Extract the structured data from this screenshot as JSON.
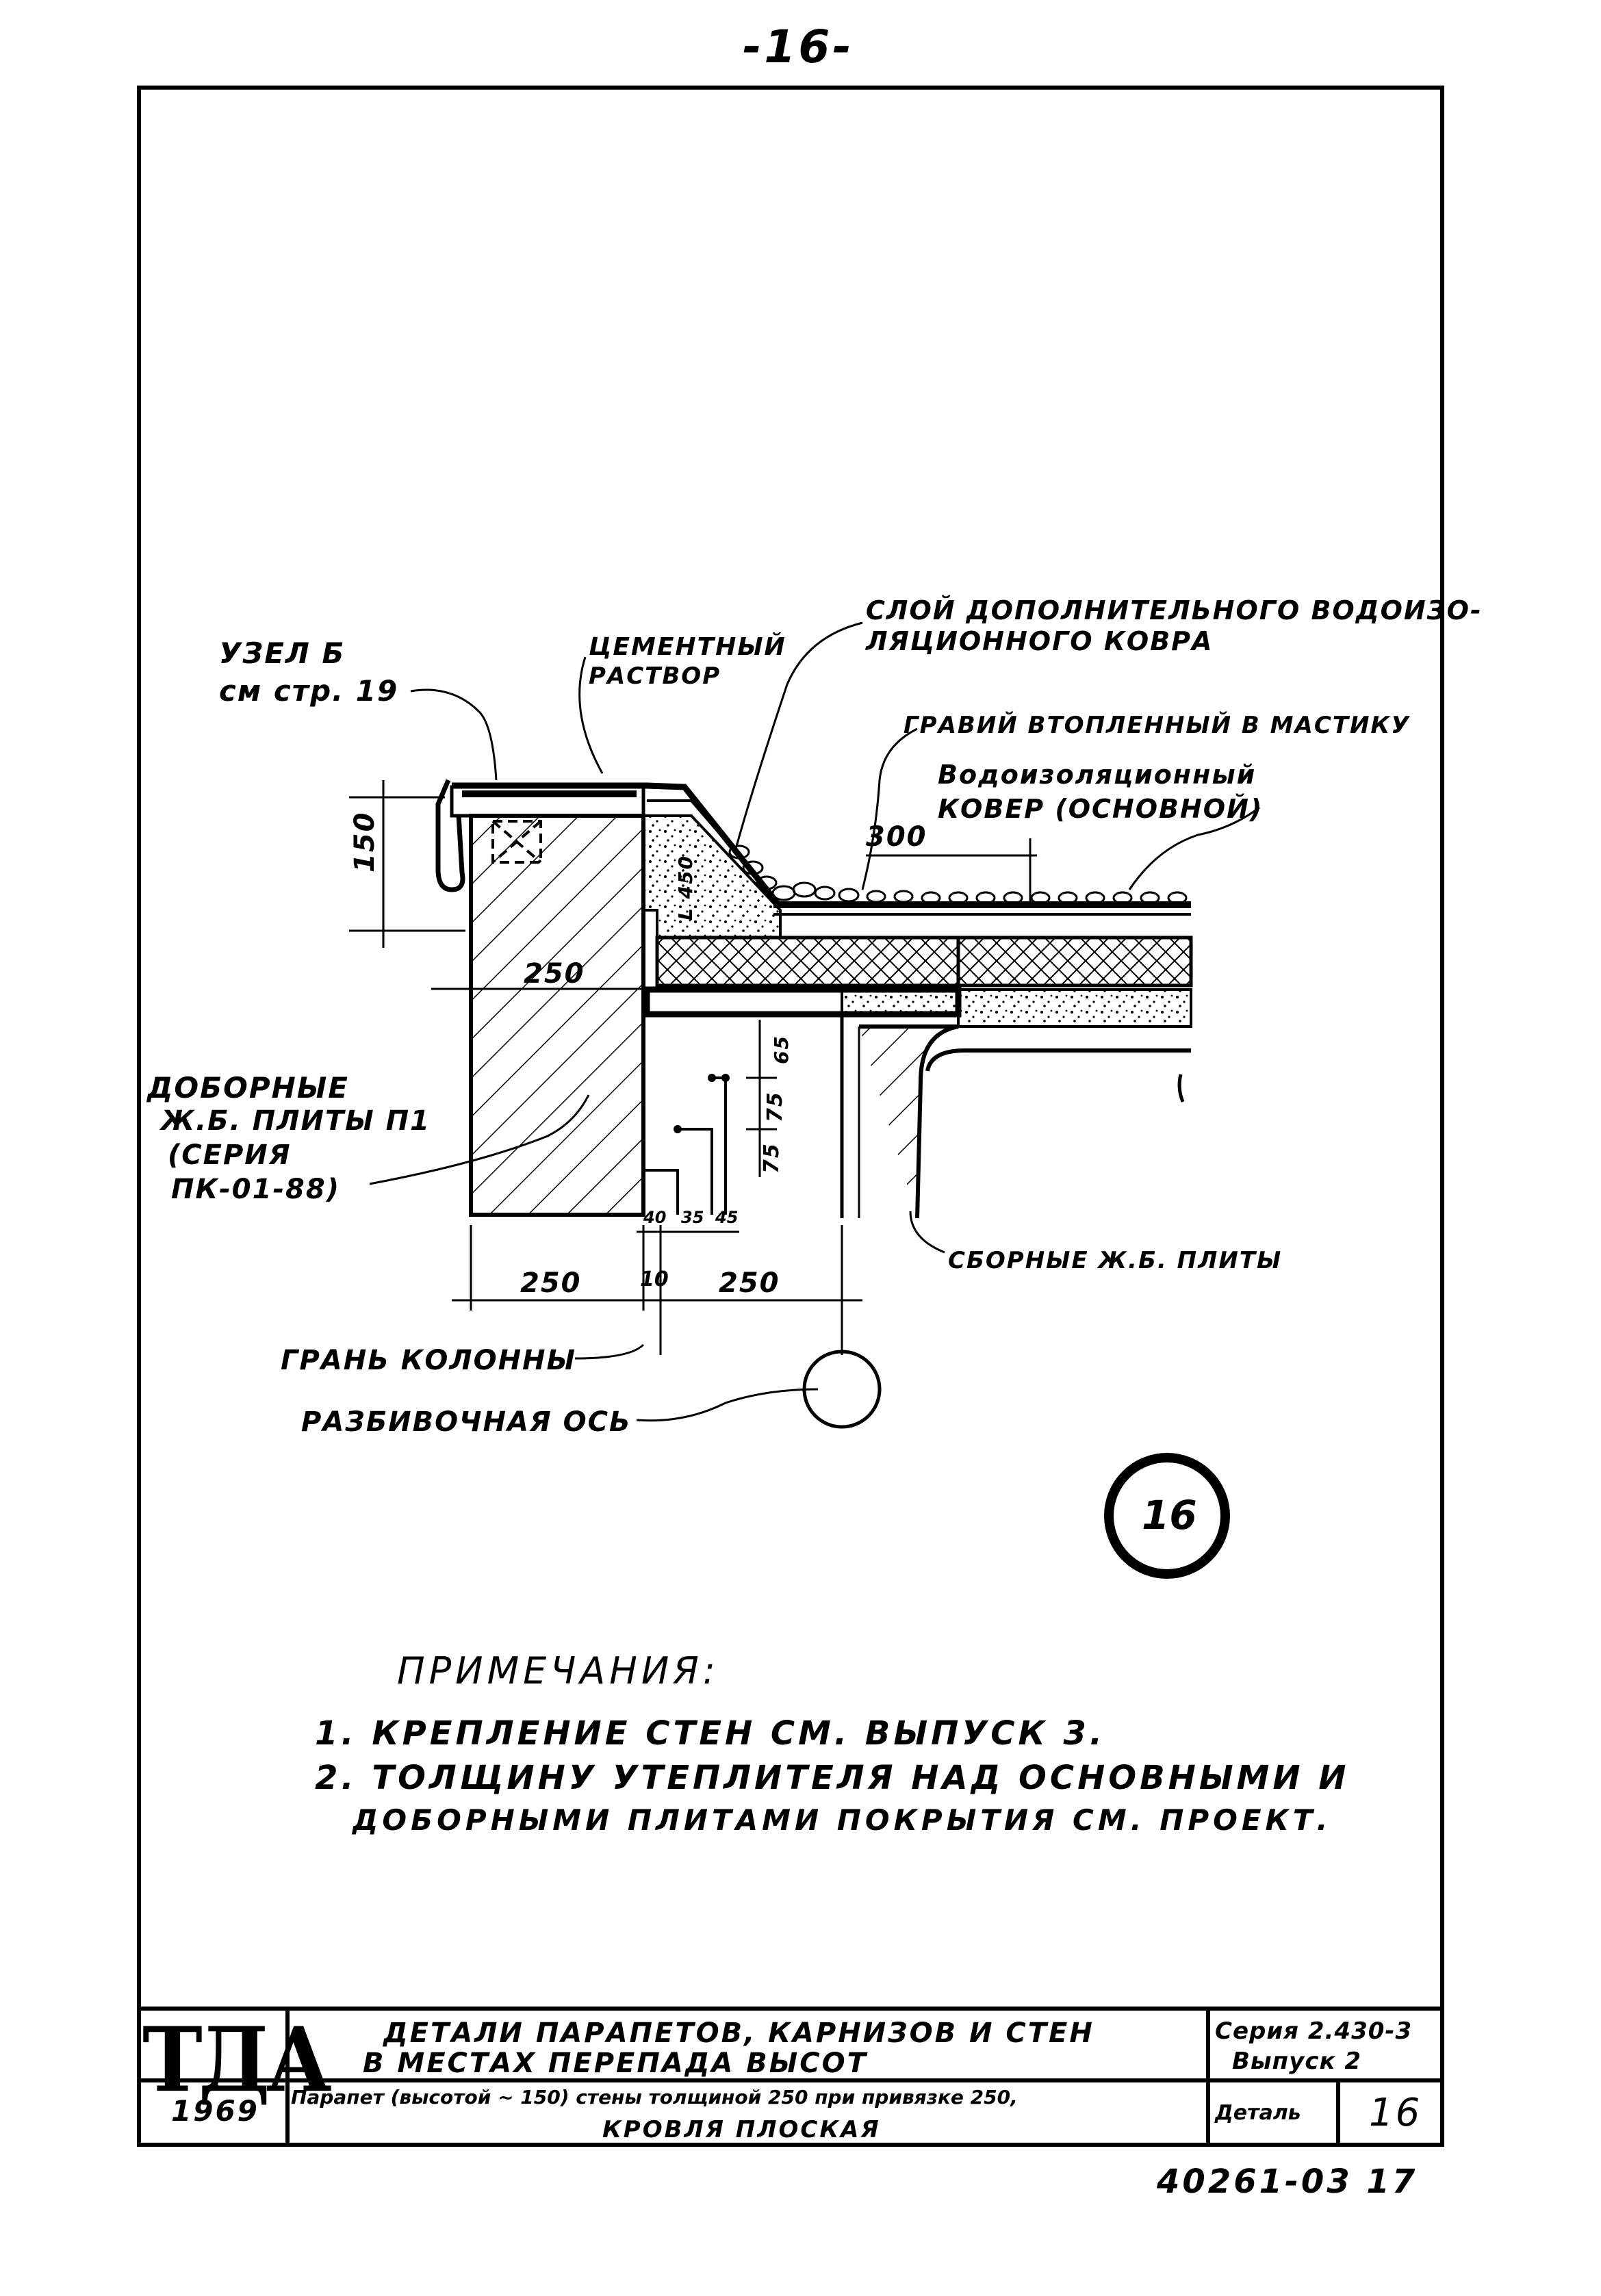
{
  "page": {
    "number": "-16-",
    "sheet_code": "40261-03 17"
  },
  "labels": {
    "node_ref_line1": "Узел Б",
    "node_ref_line2": "см стр. 19",
    "cement_line1": "Цементный",
    "cement_line2": "раствор",
    "extra_layer_line1": "Слой дополнительного водоизо-",
    "extra_layer_line2": "ляционного ковра",
    "gravel": "Гравий втопленный в мастику",
    "main_carpet_line1": "Водоизоляционный",
    "main_carpet_line2": "ковер (основной)",
    "extra_slabs_line1": "Доборные",
    "extra_slabs_line2": "ж.б. плиты П1",
    "extra_slabs_line3": "(серия",
    "extra_slabs_line4": "ПК-01-88)",
    "precast_slabs": "Сборные ж.б. плиты",
    "column_face": "Грань колонны",
    "grid_axis": "Разбивочная ось",
    "detail_number": "16"
  },
  "dimensions": {
    "d150": "150",
    "d250_top": "250",
    "d300": "300",
    "d450": "L 450",
    "d65": "65",
    "d75a": "75",
    "d75b": "75",
    "d40": "40",
    "d35": "35",
    "d45": "45",
    "d250_left": "250",
    "d10": "10",
    "d250_right": "250"
  },
  "notes": {
    "title": "Примечания:",
    "items": [
      "1. Крепление стен см. выпуск 3.",
      "2. Толщину утеплителя над основными и",
      "доборными плитами покрытия см. проект."
    ]
  },
  "title_block": {
    "logo": "ТДА",
    "year": "1969",
    "title_line1": "Детали парапетов, карнизов и стен",
    "title_line2": "в местах перепада высот",
    "subtitle_line1": "Парапет (высотой ~ 150) стены толщиной 250 при привязке 250,",
    "subtitle_line2": "кровля плоская",
    "series_line1": "Серия 2.430-3",
    "series_line2": "Выпуск 2",
    "detail_label": "Деталь",
    "detail_value": "16"
  },
  "colors": {
    "ink": "#000000",
    "paper": "#ffffff"
  }
}
